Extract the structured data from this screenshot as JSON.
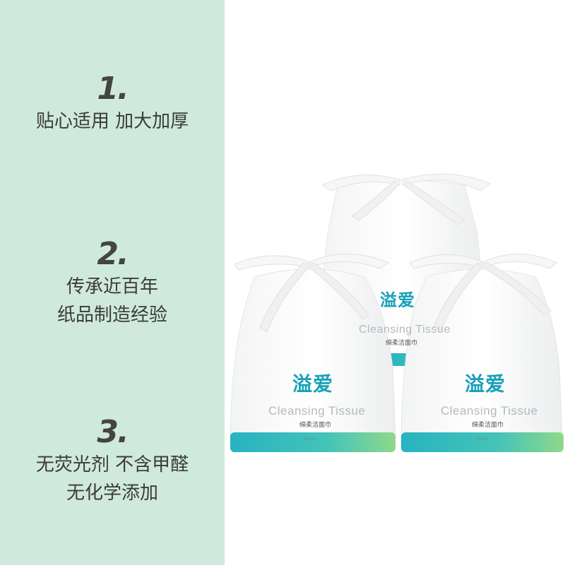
{
  "features": [
    {
      "number": "1.",
      "lines": [
        "贴心适用 加大加厚"
      ]
    },
    {
      "number": "2.",
      "lines": [
        "传承近百年",
        "纸品制造经验"
      ]
    },
    {
      "number": "3.",
      "lines": [
        "无荧光剂 不含甲醛",
        "无化学添加"
      ]
    }
  ],
  "product": {
    "brand": "溢爱",
    "name": "Cleansing Tissue",
    "subtitle": "绵柔洁面巾",
    "count": "80pcs"
  },
  "colors": {
    "panel_bg": "#cfe9dd",
    "brand": "#1aa1b8",
    "band_left": "#27b3c2",
    "band_right": "#8fd88a"
  }
}
